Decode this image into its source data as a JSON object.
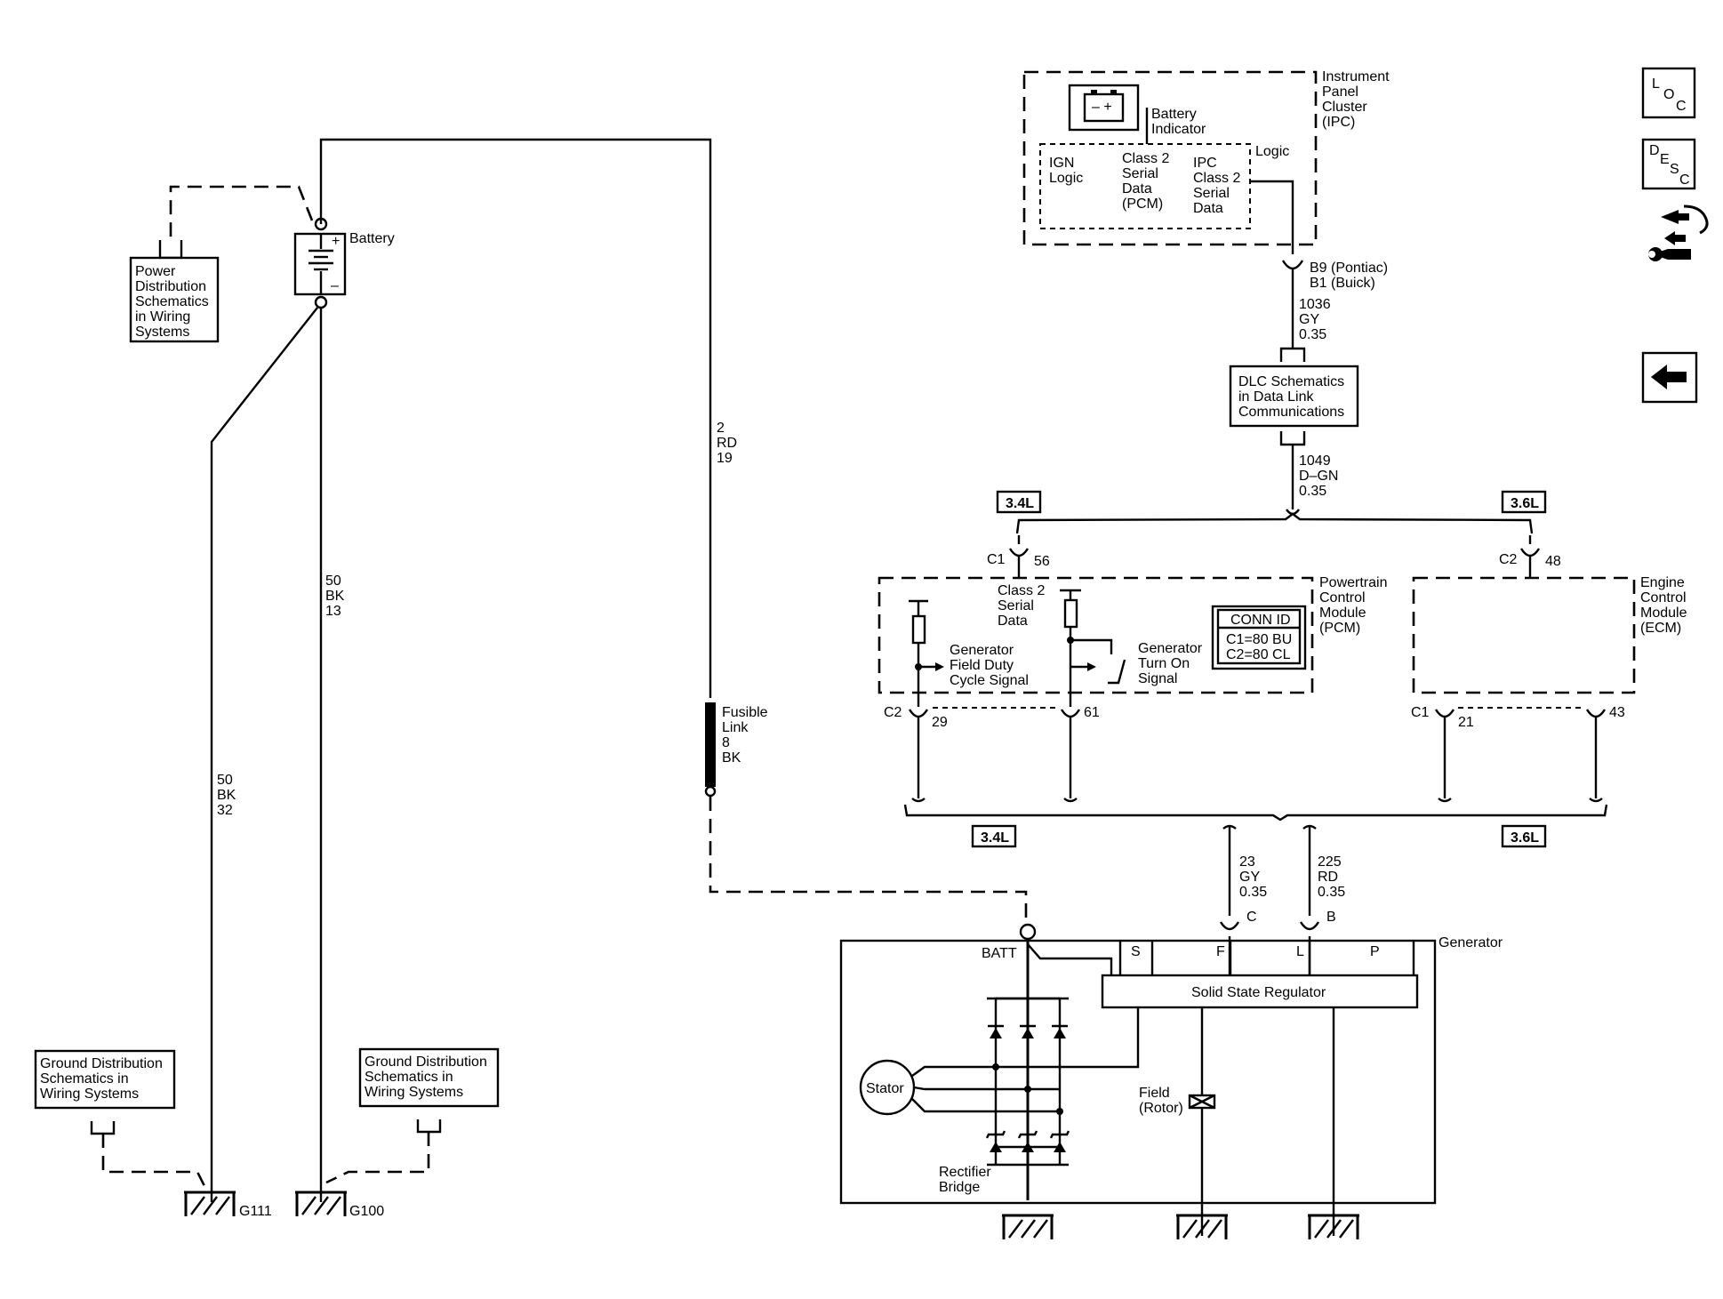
{
  "battery": {
    "label": "Battery",
    "plus": "+",
    "minus": "–"
  },
  "power_ref": {
    "lines": [
      "Power",
      "Distribution",
      "Schematics",
      "in Wiring",
      "Systems"
    ]
  },
  "ground_ref_left": {
    "lines": [
      "Ground Distribution",
      "Schematics in",
      "Wiring Systems"
    ]
  },
  "ground_ref_right": {
    "lines": [
      "Ground Distribution",
      "Schematics in",
      "Wiring Systems"
    ]
  },
  "grounds": {
    "g111": "G111",
    "g100": "G100"
  },
  "wires": {
    "w_2rd19": [
      "2",
      "RD",
      "19"
    ],
    "w_50bk13": [
      "50",
      "BK",
      "13"
    ],
    "w_50bk32": [
      "50",
      "BK",
      "32"
    ],
    "w_1036": [
      "1036",
      "GY",
      "0.35"
    ],
    "w_1049": [
      "1049",
      "D–GN",
      "0.35"
    ],
    "w_23gy": [
      "23",
      "GY",
      "0.35"
    ],
    "w_225rd": [
      "225",
      "RD",
      "0.35"
    ]
  },
  "fusible_link": {
    "lines": [
      "Fusible",
      "Link",
      "8",
      "BK"
    ]
  },
  "ipc": {
    "title_lines": [
      "Instrument",
      "Panel",
      "Cluster",
      "(IPC)"
    ],
    "battery_indicator": [
      "Battery",
      "Indicator"
    ],
    "logic": "Logic",
    "ign_logic": [
      "IGN",
      "Logic"
    ],
    "class2_pcm": [
      "Class 2",
      "Serial",
      "Data",
      "(PCM)"
    ],
    "ipc_class2": [
      "IPC",
      "Class 2",
      "Serial",
      "Data"
    ],
    "connector": [
      "B9 (Pontiac)",
      "B1 (Buick)"
    ]
  },
  "dlc": {
    "lines": [
      "DLC Schematics",
      "in Data Link",
      "Communications"
    ]
  },
  "engine_tags": {
    "l34": "3.4L",
    "l36": "3.6L"
  },
  "pcm": {
    "title_lines": [
      "Powertrain",
      "Control",
      "Module",
      "(PCM)"
    ],
    "class2": [
      "Class 2",
      "Serial",
      "Data"
    ],
    "c1": "C1",
    "pin56": "56",
    "gen_field": [
      "Generator",
      "Field Duty",
      "Cycle Signal"
    ],
    "gen_turn_on": [
      "Generator",
      "Turn On",
      "Signal"
    ],
    "conn_id_title": "CONN ID",
    "conn_id_lines": [
      "C1=80 BU",
      "C2=80 CL"
    ],
    "c2": "C2",
    "pin29": "29",
    "pin61": "61"
  },
  "ecm": {
    "title_lines": [
      "Engine",
      "Control",
      "Module",
      "(ECM)"
    ],
    "c2": "C2",
    "pin48": "48",
    "c1": "C1",
    "pin21": "21",
    "pin43": "43"
  },
  "generator": {
    "title": "Generator",
    "batt": "BATT",
    "terminals": [
      "S",
      "F",
      "L",
      "P"
    ],
    "regulator": "Solid State Regulator",
    "stator": "Stator",
    "field": [
      "Field",
      "(Rotor)"
    ],
    "rectifier": [
      "Rectifier",
      "Bridge"
    ],
    "pin_c": "C",
    "pin_b": "B"
  },
  "nav": {
    "loc": [
      "L",
      "O",
      "C"
    ],
    "desc": [
      "D",
      "E",
      "S",
      "C"
    ]
  }
}
